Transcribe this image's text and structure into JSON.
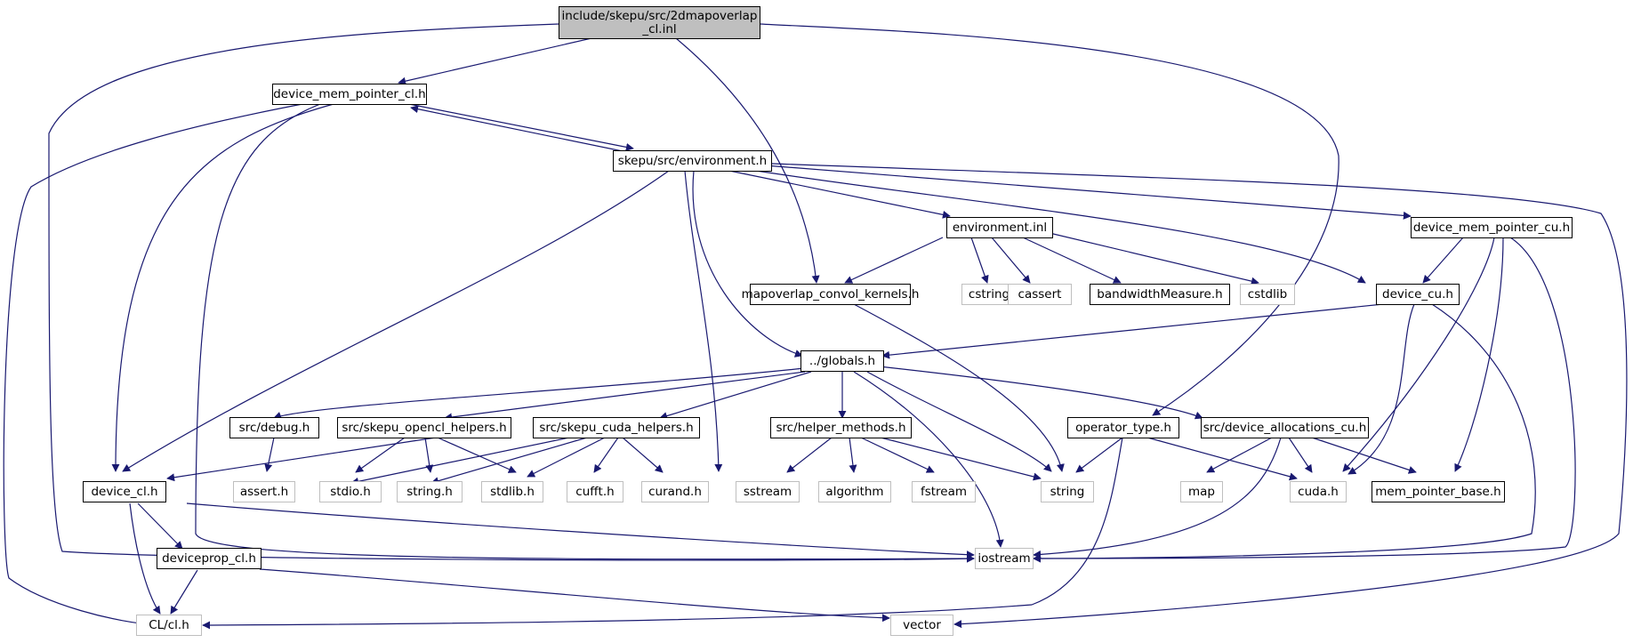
{
  "colors": {
    "edge": "#191970",
    "root_fill": "#bfbfbf",
    "system_border": "#bfbfbf",
    "node_border": "#000000"
  },
  "nodes": {
    "root": [
      "include/skepu/src/2dmapoverlap",
      "_cl.inl"
    ],
    "device_mem_pointer_cl": "device_mem_pointer_cl.h",
    "environment_h": "skepu/src/environment.h",
    "environment_inl": "environment.inl",
    "device_mem_pointer_cu": "device_mem_pointer_cu.h",
    "mapoverlap_convol_kernels": "mapoverlap_convol_kernels.h",
    "cstring": "cstring",
    "cassert": "cassert",
    "bandwidthMeasure": "bandwidthMeasure.h",
    "cstdlib": "cstdlib",
    "device_cu": "device_cu.h",
    "globals": "../globals.h",
    "debug": "src/debug.h",
    "opencl_helpers": "src/skepu_opencl_helpers.h",
    "cuda_helpers": "src/skepu_cuda_helpers.h",
    "helper_methods": "src/helper_methods.h",
    "operator_type": "operator_type.h",
    "device_allocations_cu": "src/device_allocations_cu.h",
    "device_cl": "device_cl.h",
    "assert_h": "assert.h",
    "stdio_h": "stdio.h",
    "string_h": "string.h",
    "stdlib_h": "stdlib.h",
    "cufft_h": "cufft.h",
    "curand_h": "curand.h",
    "sstream": "sstream",
    "algorithm": "algorithm",
    "fstream": "fstream",
    "string": "string",
    "map": "map",
    "cuda_h": "cuda.h",
    "mem_pointer_base": "mem_pointer_base.h",
    "deviceprop_cl": "deviceprop_cl.h",
    "iostream": "iostream",
    "cl_h": "CL/cl.h",
    "vector": "vector"
  }
}
